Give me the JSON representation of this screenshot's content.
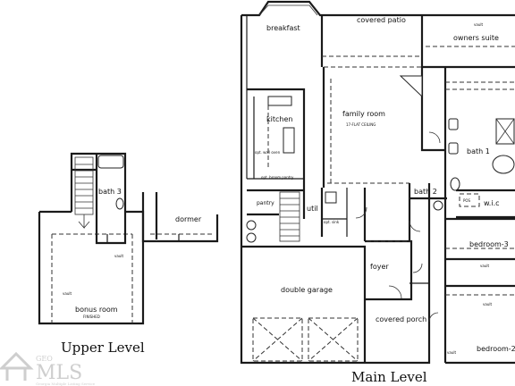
{
  "captions": {
    "upper_level": "Upper Level",
    "main_level": "Main Level"
  },
  "rooms": {
    "breakfast": "breakfast",
    "covered_patio": "covered patio",
    "owners_suite": "owners suite",
    "kitchen": "kitchen",
    "family_room": "family room",
    "family_room_ceiling": "17-FLAT CEILING",
    "bath_1": "bath 1",
    "bath_2": "bath 2",
    "bath_3": "bath 3",
    "util": "util",
    "pantry": "pantry",
    "wic": "w.i.c",
    "bedroom_3": "bedroom-3",
    "bedroom_2": "bedroom-2",
    "foyer": "foyer",
    "double_garage": "double garage",
    "covered_porch": "covered porch",
    "dormer": "dormer",
    "bonus_room": "bonus room",
    "bonus_room_note": "FINISHED"
  },
  "small_notes": {
    "vault": "vault",
    "opt_wall_oven": "opt. wall oven",
    "opt_broom_pantry": "opt. broom pantry",
    "opt_sink": "opt. sink",
    "pos": "POS"
  },
  "watermark": {
    "main": "MLS",
    "prefix": "GEO",
    "sub": "Georgia Multiple Listing Service"
  }
}
